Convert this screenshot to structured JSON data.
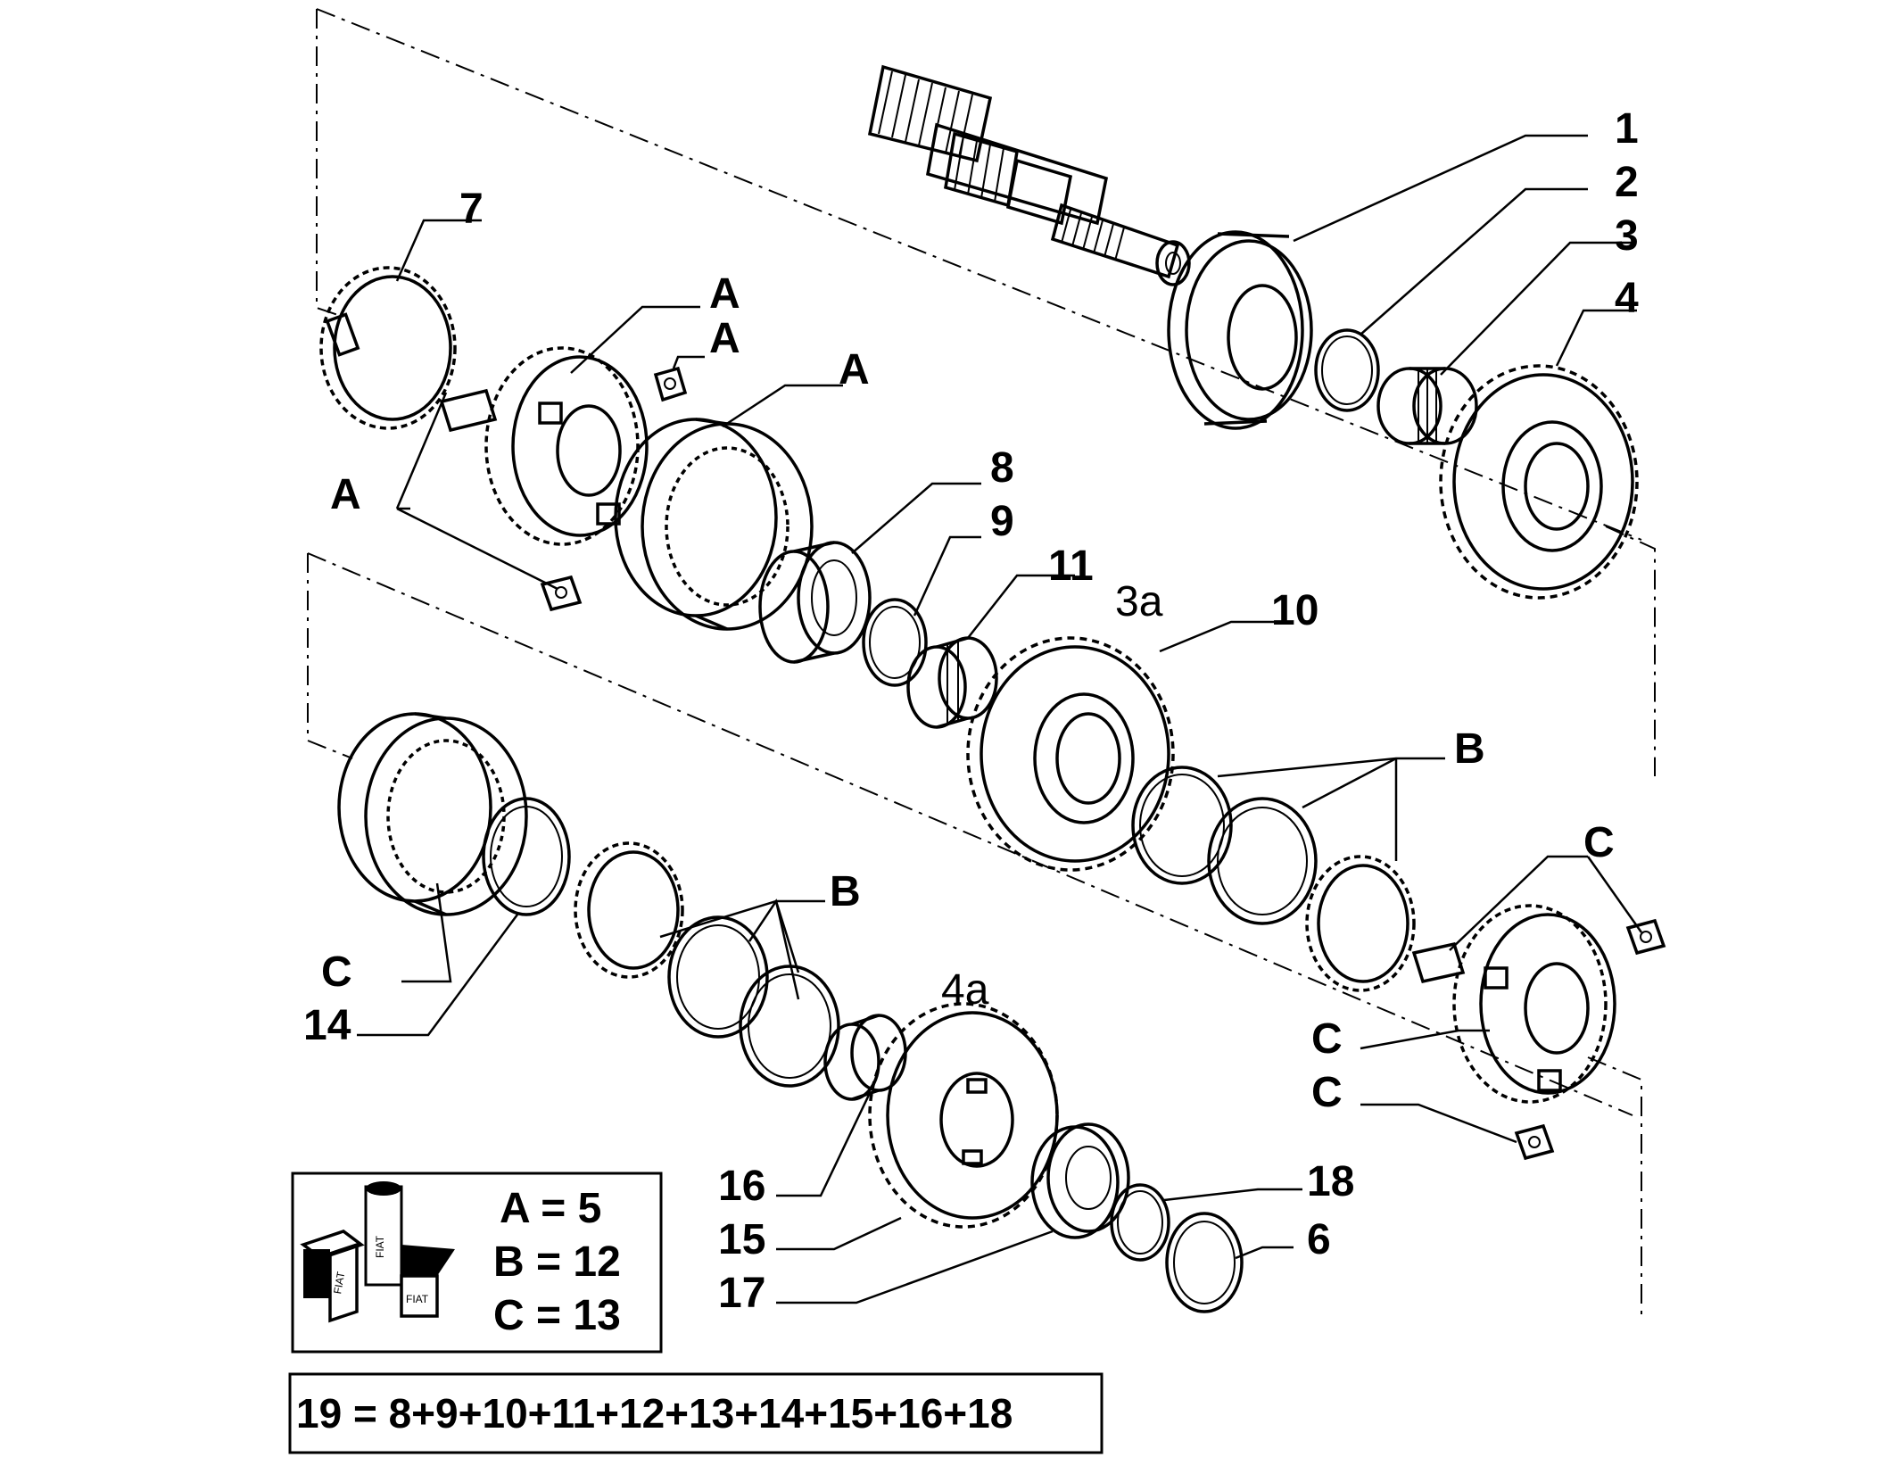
{
  "callouts": {
    "c1": "1",
    "c2": "2",
    "c3": "3",
    "c4": "4",
    "c7": "7",
    "cA1": "A",
    "cA2": "A",
    "cA3": "A",
    "cA4": "A",
    "c8": "8",
    "c9": "9",
    "c11": "11",
    "c3a": "3a",
    "c10": "10",
    "cB1": "B",
    "cC1": "C",
    "cC2": "C",
    "cC3": "C",
    "cC4": "C",
    "c14": "14",
    "cB2": "B",
    "c4a": "4a",
    "c16": "16",
    "c15": "15",
    "c17": "17",
    "c18": "18",
    "c6": "6"
  },
  "kit_legend": {
    "a": "A = 5",
    "b": "B = 12",
    "c": "C = 13",
    "logo_text": "FIAT"
  },
  "assembly_formula": "19 = 8+9+10+11+12+13+14+15+16+18"
}
